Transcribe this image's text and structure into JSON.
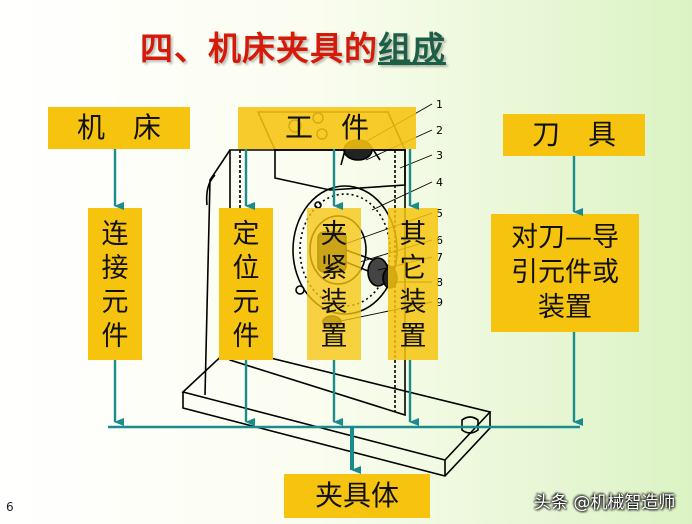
{
  "title": {
    "prefix": "四、机床夹具的",
    "underlined": "组成"
  },
  "top_boxes": {
    "machine": "机　床",
    "workpiece": "工　件",
    "tool": "刀　具"
  },
  "elements": {
    "connecting": [
      "连",
      "接",
      "元",
      "件"
    ],
    "locating": [
      "定",
      "位",
      "元",
      "件"
    ],
    "clamping": [
      "夹",
      "紧",
      "装",
      "置"
    ],
    "other": [
      "其",
      "它",
      "装",
      "置"
    ],
    "guiding": [
      "对刀—导",
      "引元件或",
      "装置"
    ]
  },
  "fixture_body": "夹具体",
  "part_numbers": [
    "1",
    "2",
    "3",
    "4",
    "5",
    "6",
    "7",
    "8",
    "9"
  ],
  "page_number": "6",
  "watermark": "头条 @机械智造师",
  "colors": {
    "box": "#f6c40f",
    "arrow": "#1a8c8c",
    "title": "#d61a0a",
    "title_underlined": "#1d5e47"
  }
}
